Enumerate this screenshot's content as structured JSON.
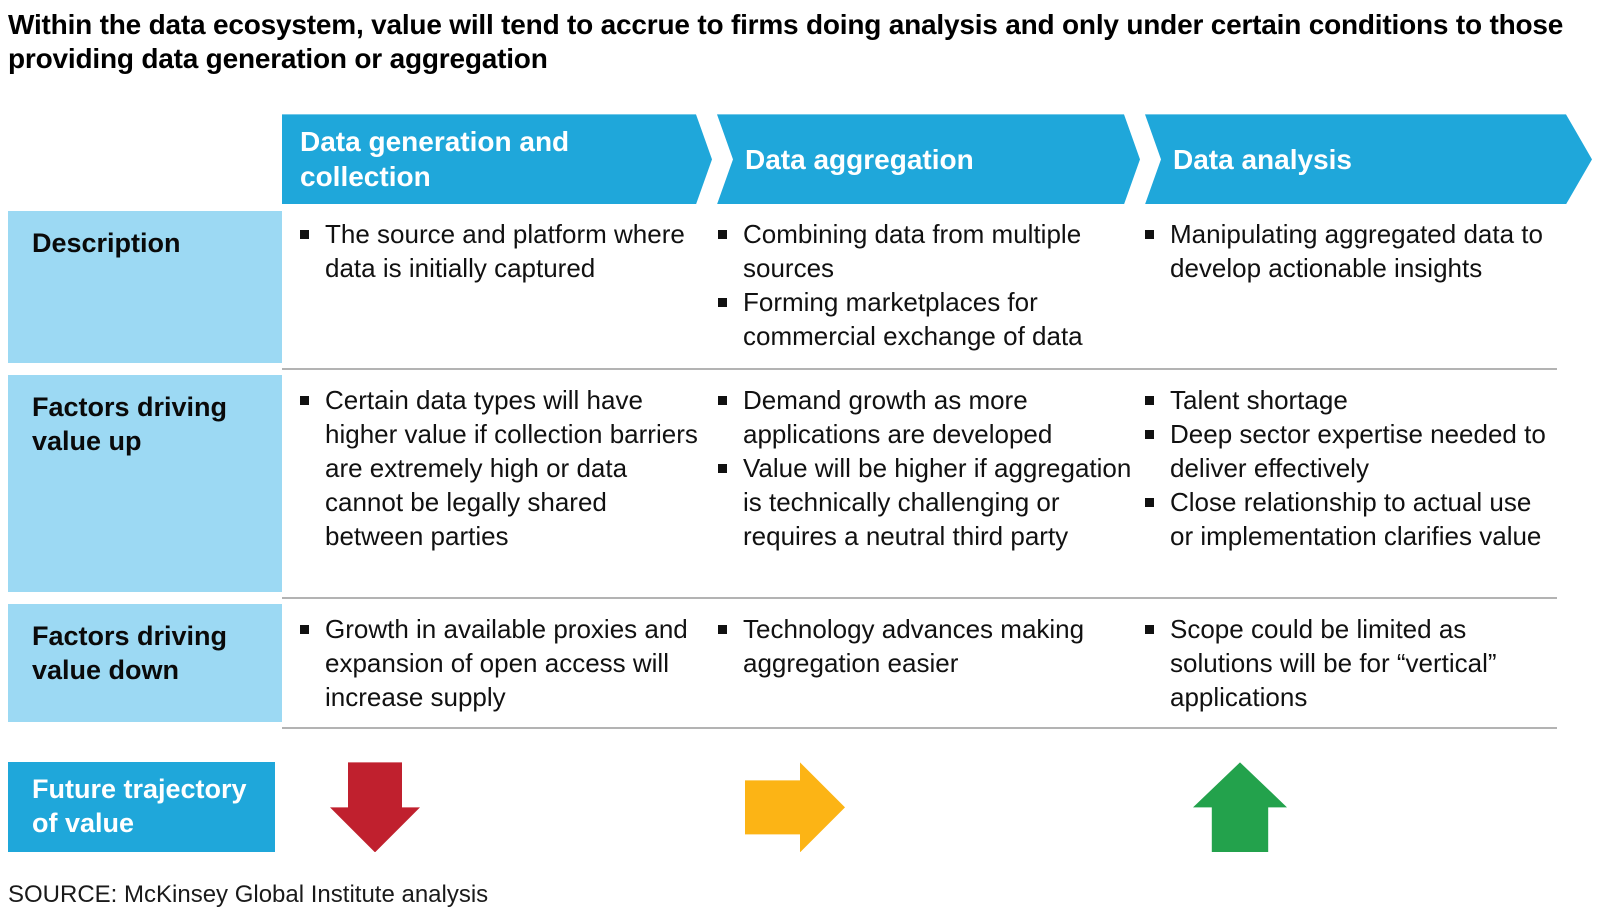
{
  "title": "Within the data ecosystem, value will tend to accrue to firms doing analysis and only under certain conditions to those providing data generation or aggregation",
  "colors": {
    "header_blue": "#1fa7da",
    "row_header_light_blue": "#9cd9f3",
    "rule_gray": "#b3b3b3",
    "arrow_down_red": "#c0202e",
    "arrow_right_yellow": "#fcb415",
    "arrow_up_green": "#23a24c"
  },
  "columns": [
    {
      "label": "Data generation and collection"
    },
    {
      "label": "Data aggregation"
    },
    {
      "label": "Data analysis"
    }
  ],
  "rows": [
    {
      "header": "Description",
      "cells": [
        [
          "The source and platform where data is initially captured"
        ],
        [
          "Combining data from multiple sources",
          "Forming marketplaces for commercial exchange of data"
        ],
        [
          "Manipulating aggregated data to develop actionable insights"
        ]
      ]
    },
    {
      "header": "Factors driving value up",
      "cells": [
        [
          "Certain data types will have higher value if collection barriers are extremely high or data cannot be legally shared between parties"
        ],
        [
          "Demand growth as more applications are developed",
          "Value will be higher if aggregation is technically challenging or requires a neutral third party"
        ],
        [
          "Talent shortage",
          "Deep sector expertise needed to deliver effectively",
          "Close relationship to actual use or implementation clarifies value"
        ]
      ]
    },
    {
      "header": "Factors driving value down",
      "cells": [
        [
          "Growth in available proxies and expansion of open access will increase supply"
        ],
        [
          "Technology advances making aggregation easier"
        ],
        [
          "Scope could be limited as solutions will be for “vertical” applications"
        ]
      ]
    }
  ],
  "trajectory": {
    "header": "Future trajectory of value",
    "arrows": [
      {
        "direction": "down",
        "color": "#c0202e"
      },
      {
        "direction": "right",
        "color": "#fcb415"
      },
      {
        "direction": "up",
        "color": "#23a24c"
      }
    ]
  },
  "source": "SOURCE:  McKinsey Global Institute analysis"
}
